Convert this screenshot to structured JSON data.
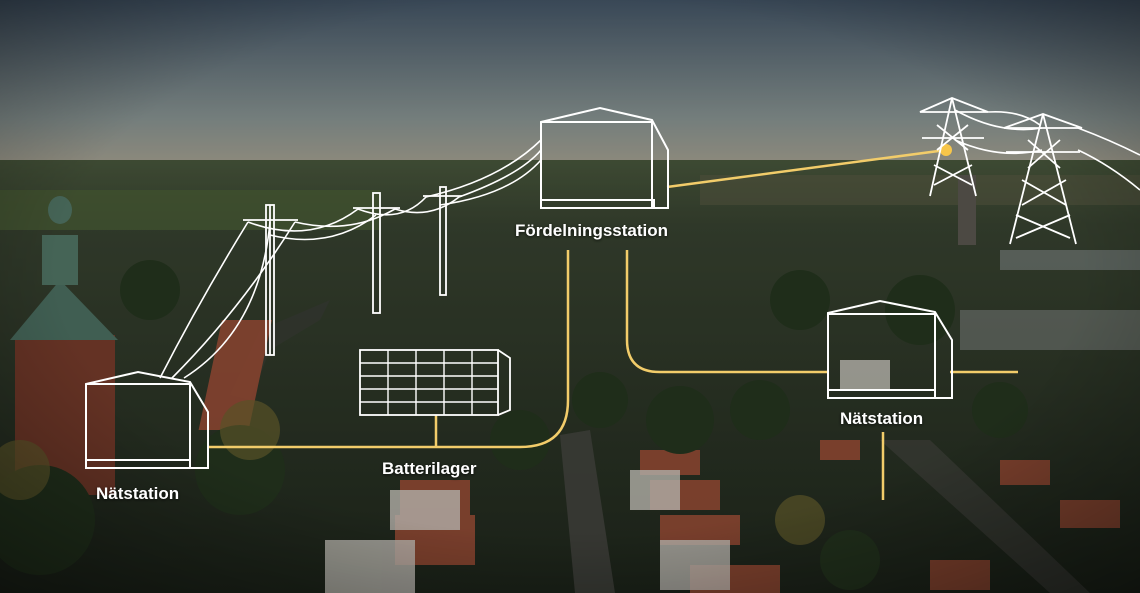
{
  "labels": {
    "fordelningsstation": "Fördelningsstation",
    "natstation_left": "Nätstation",
    "batterilager": "Batterilager",
    "natstation_right": "Nätstation"
  },
  "colors": {
    "line_white": "#ffffff",
    "line_yellow": "#f2cc6a",
    "junction_dot": "#f7c64a",
    "sky_top": "#4b5e6a",
    "sky_bottom": "#9aa6a2",
    "ground": "#2e3a2a"
  }
}
